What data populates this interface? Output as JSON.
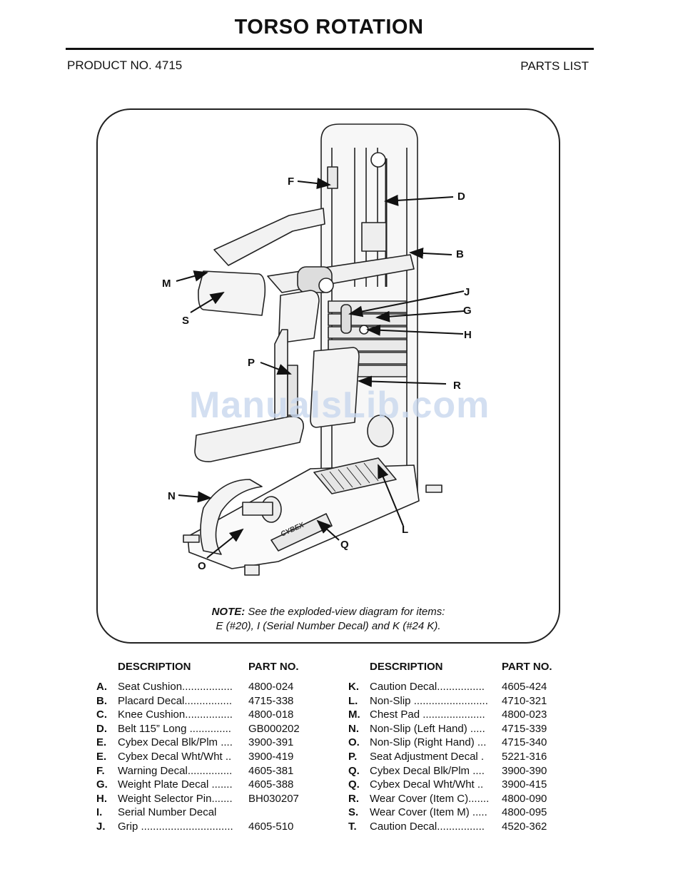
{
  "header": {
    "title": "TORSO ROTATION",
    "product": "PRODUCT NO. 4715",
    "parts_list": "PARTS LIST"
  },
  "diagram": {
    "callouts": [
      "F",
      "D",
      "B",
      "M",
      "S",
      "J",
      "G",
      "H",
      "P",
      "R",
      "N",
      "L",
      "Q",
      "O"
    ],
    "watermark": "ManualsLib.com",
    "brand_decal": "CYBEX"
  },
  "note": {
    "label": "NOTE:",
    "line1": "See the exploded-view diagram for items:",
    "line2": "E (#20), I (Serial Number Decal) and K (#24 K)."
  },
  "columns": {
    "description": "DESCRIPTION",
    "part_no": "PART NO."
  },
  "parts_left": [
    {
      "letter": "A.",
      "desc": "Seat Cushion.................",
      "part": "4800-024"
    },
    {
      "letter": "B.",
      "desc": "Placard Decal................",
      "part": "4715-338"
    },
    {
      "letter": "C.",
      "desc": "Knee Cushion................",
      "part": "4800-018"
    },
    {
      "letter": "D.",
      "desc": "Belt 115” Long ..............",
      "part": "GB000202"
    },
    {
      "letter": "E.",
      "desc": "Cybex Decal Blk/Plm ....",
      "part": "3900-391"
    },
    {
      "letter": "E.",
      "desc": "Cybex Decal Wht/Wht ..",
      "part": "3900-419"
    },
    {
      "letter": "F.",
      "desc": "Warning Decal...............",
      "part": "4605-381"
    },
    {
      "letter": "G.",
      "desc": "Weight Plate Decal .......",
      "part": "4605-388"
    },
    {
      "letter": "H.",
      "desc": "Weight Selector Pin.......",
      "part": "BH030207"
    },
    {
      "letter": "I.",
      "desc": "Serial Number Decal",
      "part": ""
    },
    {
      "letter": "J.",
      "desc": "Grip ...............................",
      "part": "4605-510"
    }
  ],
  "parts_right": [
    {
      "letter": "K.",
      "desc": "Caution Decal................",
      "part": "4605-424"
    },
    {
      "letter": "L.",
      "desc": "Non-Slip .........................",
      "part": "4710-321"
    },
    {
      "letter": "M.",
      "desc": "Chest Pad .....................",
      "part": "4800-023"
    },
    {
      "letter": "N.",
      "desc": "Non-Slip (Left Hand) .....",
      "part": "4715-339"
    },
    {
      "letter": "O.",
      "desc": "Non-Slip (Right Hand) ...",
      "part": "4715-340"
    },
    {
      "letter": "P.",
      "desc": "Seat Adjustment Decal .",
      "part": "5221-316"
    },
    {
      "letter": "Q.",
      "desc": "Cybex Decal Blk/Plm ....",
      "part": "3900-390"
    },
    {
      "letter": "Q.",
      "desc": "Cybex Decal Wht/Wht ..",
      "part": "3900-415"
    },
    {
      "letter": "R.",
      "desc": "Wear Cover (Item C).......",
      "part": "4800-090"
    },
    {
      "letter": "S.",
      "desc": "Wear Cover (Item M) .....",
      "part": "4800-095"
    },
    {
      "letter": "T.",
      "desc": "Caution Decal................",
      "part": "4520-362"
    }
  ]
}
